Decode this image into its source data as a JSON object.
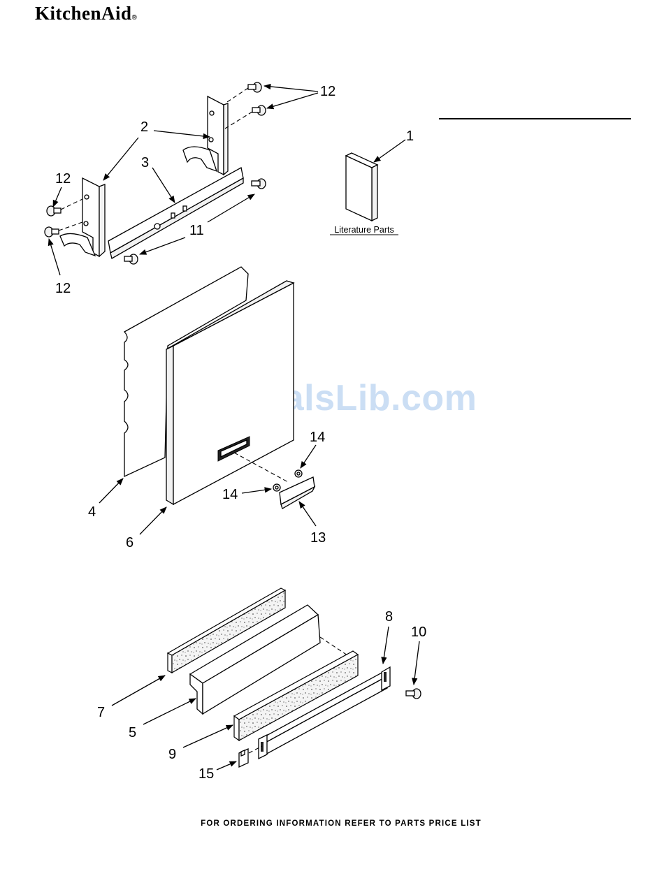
{
  "brand": {
    "name": "KitchenAid",
    "mark": "®"
  },
  "watermark": "ManualsLib.com",
  "literature_caption": "Literature Parts",
  "footer": "FOR ORDERING INFORMATION REFER TO PARTS PRICE LIST",
  "callouts": [
    "1",
    "2",
    "3",
    "4",
    "5",
    "6",
    "7",
    "8",
    "9",
    "10",
    "11",
    "12",
    "13",
    "14",
    "15"
  ]
}
